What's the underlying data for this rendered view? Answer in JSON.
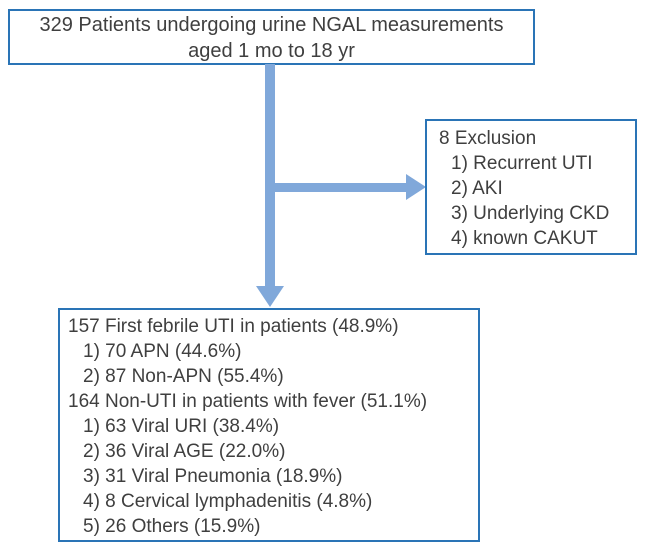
{
  "colors": {
    "box_border": "#2a74b6",
    "arrow_fill": "#80a8da",
    "text": "#3f3f3f"
  },
  "top_box": {
    "line1": "329 Patients undergoing urine NGAL measurements",
    "line2": "aged 1 mo to 18 yr"
  },
  "exclusion_box": {
    "title": "8 Exclusion",
    "items": [
      "1) Recurrent UTI",
      "2) AKI",
      "3) Underlying CKD",
      "4) known CAKUT"
    ]
  },
  "outcome_box": {
    "lines": [
      "157 First febrile UTI in patients (48.9%)",
      "1) 70 APN (44.6%)",
      "2) 87 Non-APN (55.4%)",
      "164 Non-UTI in patients with fever (51.1%)",
      "1) 63 Viral URI (38.4%)",
      "2) 36 Viral AGE (22.0%)",
      "3) 31 Viral Pneumonia (18.9%)",
      "4) 8 Cervical lymphadenitis (4.8%)",
      "5) 26 Others (15.9%)"
    ]
  }
}
